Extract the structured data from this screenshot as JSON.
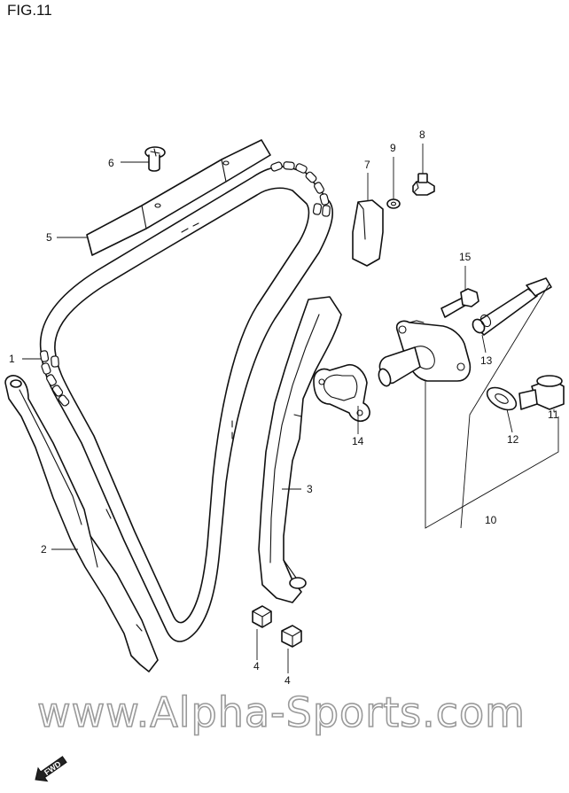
{
  "figure": {
    "title": "FIG.11"
  },
  "callouts": [
    {
      "id": "1",
      "label": "1"
    },
    {
      "id": "2",
      "label": "2"
    },
    {
      "id": "3",
      "label": "3"
    },
    {
      "id": "4a",
      "label": "4"
    },
    {
      "id": "4b",
      "label": "4"
    },
    {
      "id": "5",
      "label": "5"
    },
    {
      "id": "6",
      "label": "6"
    },
    {
      "id": "7",
      "label": "7"
    },
    {
      "id": "8",
      "label": "8"
    },
    {
      "id": "9",
      "label": "9"
    },
    {
      "id": "10",
      "label": "10"
    },
    {
      "id": "11",
      "label": "11"
    },
    {
      "id": "12",
      "label": "12"
    },
    {
      "id": "13",
      "label": "13"
    },
    {
      "id": "14",
      "label": "14"
    },
    {
      "id": "15",
      "label": "15"
    }
  ],
  "watermark": {
    "text": "www.Alpha-Sports.com"
  },
  "direction_badge": {
    "text": "FWD"
  }
}
